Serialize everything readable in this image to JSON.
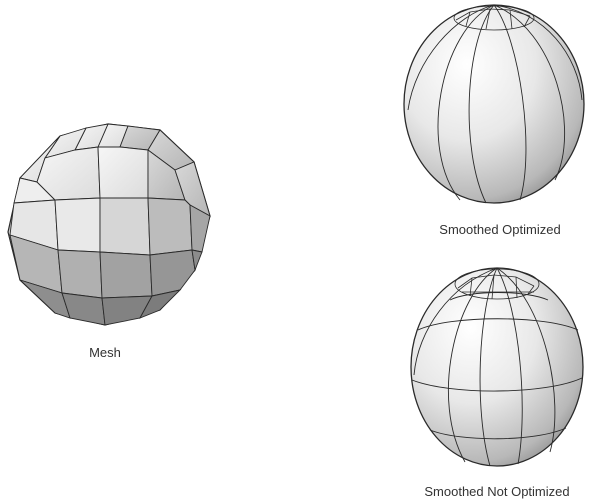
{
  "figures": [
    {
      "id": "mesh",
      "caption": "Mesh"
    },
    {
      "id": "smoothed-optimized",
      "caption": "Smoothed Optimized"
    },
    {
      "id": "smoothed-not-optimized",
      "caption": "Smoothed Not Optimized"
    }
  ],
  "colors": {
    "background": "#ffffff",
    "edge": "#2a2a2a",
    "face_light": "#f0f0f0",
    "face_mid": "#cfcfcf",
    "face_dark": "#8e8e8e",
    "caption": "#333333"
  }
}
